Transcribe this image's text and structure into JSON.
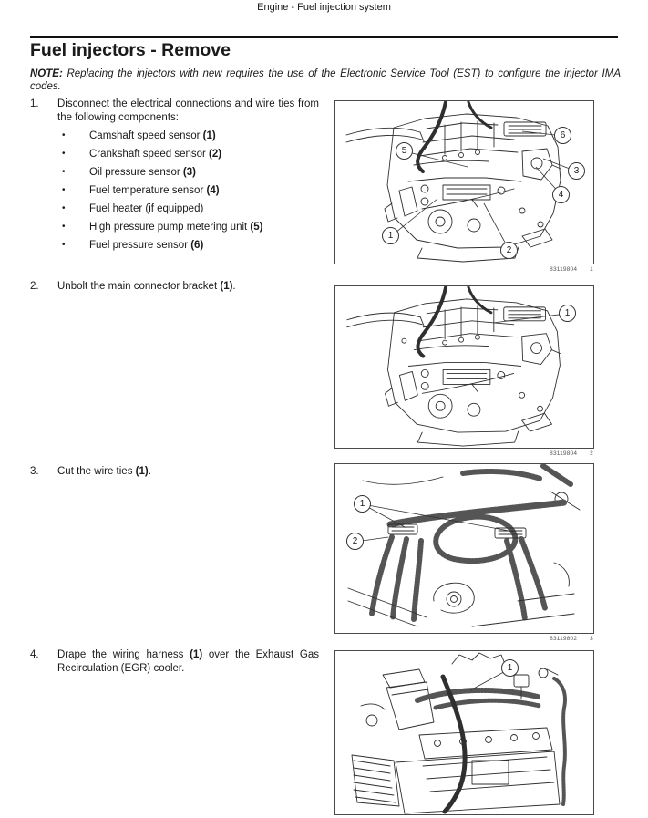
{
  "page": {
    "header": "Engine - Fuel injection system",
    "title": "Fuel injectors - Remove",
    "note_label": "NOTE:",
    "note_text": " Replacing the injectors with new requires the use of the Electronic Service Tool (EST) to configure the injector IMA codes."
  },
  "steps": [
    {
      "num": "1.",
      "pre": "Disconnect the electrical connections and wire ties from the following components:",
      "ref": "",
      "post": "",
      "bullets": [
        {
          "text": "Camshaft speed sensor ",
          "ref": "(1)"
        },
        {
          "text": "Crankshaft speed sensor ",
          "ref": "(2)"
        },
        {
          "text": "Oil pressure sensor ",
          "ref": "(3)"
        },
        {
          "text": "Fuel temperature sensor ",
          "ref": "(4)"
        },
        {
          "text": "Fuel heater (if equipped)",
          "ref": ""
        },
        {
          "text": "High pressure pump metering unit ",
          "ref": "(5)"
        },
        {
          "text": "Fuel pressure sensor ",
          "ref": "(6)"
        }
      ]
    },
    {
      "num": "2.",
      "pre": "Unbolt the main connector bracket ",
      "ref": "(1)",
      "post": "."
    },
    {
      "num": "3.",
      "pre": "Cut the wire ties ",
      "ref": "(1)",
      "post": "."
    },
    {
      "num": "4.",
      "pre": "Drape the wiring harness ",
      "ref": "(1)",
      "post": " over the Exhaust Gas Recirculation (EGR) cooler."
    }
  ],
  "figures": [
    {
      "code": "83119804",
      "index": "1",
      "callouts": [
        "1",
        "2",
        "3",
        "4",
        "5",
        "6"
      ]
    },
    {
      "code": "83119804",
      "index": "2",
      "callouts": [
        "1"
      ]
    },
    {
      "code": "83119802",
      "index": "3",
      "callouts": [
        "1",
        "2"
      ]
    },
    {
      "callouts": [
        "1"
      ]
    }
  ]
}
